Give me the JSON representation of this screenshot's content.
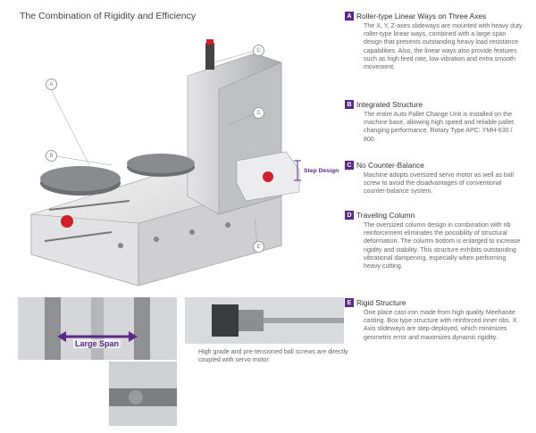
{
  "title": "The Combination of Rigidity and Efficiency",
  "colors": {
    "accent": "#5b2a86",
    "motor_red": "#d0202a"
  },
  "callouts": [
    "A",
    "B",
    "C",
    "D",
    "E"
  ],
  "step_design_label": "Step Design",
  "large_span_label": "Large Span",
  "ballscrew_caption": "High grade and pre-tensioned ball screws are directly coupled with servo motor",
  "features": [
    {
      "letter": "A",
      "heading": "Roller-type Linear Ways on Three Axes",
      "body": "The X, Y, Z-axes slideways are mounted with heavy duty roller-type linear ways, combined with a large span design that presents outstanding heavy load resistance capabilities. Also, the linear ways also provide features such as high feed rate, low vibration and extra smooth movement."
    },
    {
      "letter": "B",
      "heading": "Integrated Structure",
      "body": "The entire Auto Pallet Change Unit is installed on the machine base, allowing high speed and reliable pallet changing performance. Rotary Type APC: YMH-630 / 800"
    },
    {
      "letter": "C",
      "heading": "No Counter-Balance",
      "body": "Machine adopts oversized servo motor as well as ball screw to avoid the disadvantages of conventional counter-balance system."
    },
    {
      "letter": "D",
      "heading": "Traveling Column",
      "body": "The oversized column design in combination with rib reinforcement eliminates the possibility of structural deformation. The column bottom is enlarged to increase rigidity and stability. This structure exhibits outstanding vibrational dampening, especially when performing heavy cutting."
    },
    {
      "letter": "E",
      "heading": "Rigid Structure",
      "body": "One place cast iron made from high quality Meehanite casting. Box type structure with reinforced inner ribs. X Axis slideways are step-deployed, which minimizes geometric error and maximizes dynamic rigidity."
    }
  ]
}
